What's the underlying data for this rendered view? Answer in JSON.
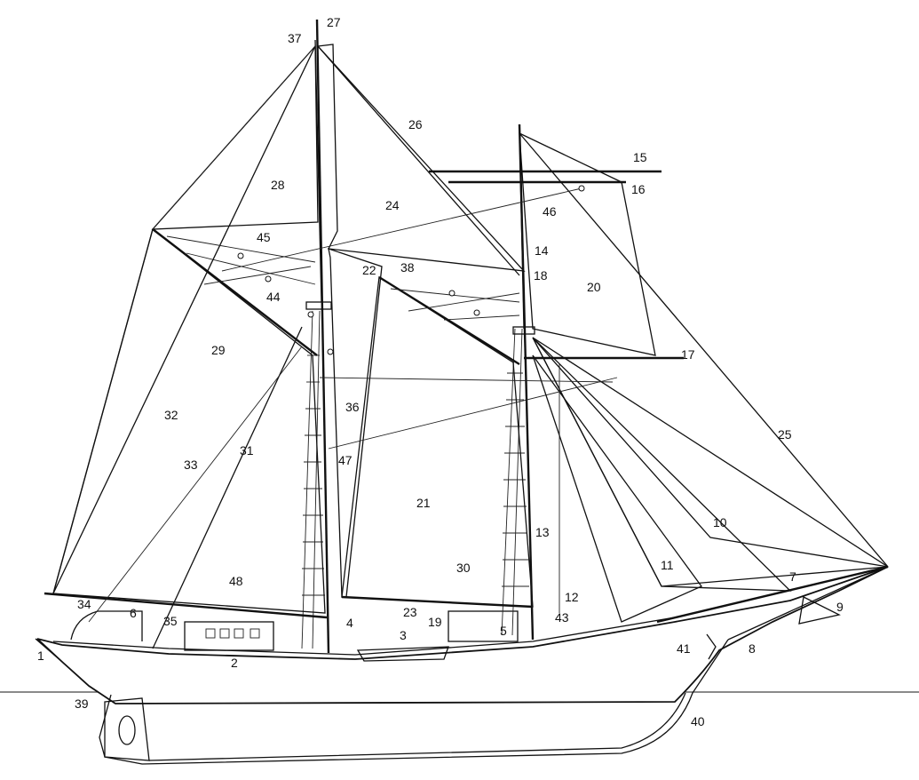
{
  "labels": [
    {
      "id": "1",
      "text": "1"
    },
    {
      "id": "2",
      "text": "2"
    },
    {
      "id": "3",
      "text": "3"
    },
    {
      "id": "4",
      "text": "4"
    },
    {
      "id": "5",
      "text": "5"
    },
    {
      "id": "6",
      "text": "6"
    },
    {
      "id": "7",
      "text": "7"
    },
    {
      "id": "8",
      "text": "8"
    },
    {
      "id": "9",
      "text": "9"
    },
    {
      "id": "10",
      "text": "10"
    },
    {
      "id": "11",
      "text": "11"
    },
    {
      "id": "12",
      "text": "12"
    },
    {
      "id": "13",
      "text": "13"
    },
    {
      "id": "14",
      "text": "14"
    },
    {
      "id": "15",
      "text": "15"
    },
    {
      "id": "16",
      "text": "16"
    },
    {
      "id": "17",
      "text": "17"
    },
    {
      "id": "18",
      "text": "18"
    },
    {
      "id": "19",
      "text": "19"
    },
    {
      "id": "20",
      "text": "20"
    },
    {
      "id": "21",
      "text": "21"
    },
    {
      "id": "22",
      "text": "22"
    },
    {
      "id": "23",
      "text": "23"
    },
    {
      "id": "24",
      "text": "24"
    },
    {
      "id": "25",
      "text": "25"
    },
    {
      "id": "26",
      "text": "26"
    },
    {
      "id": "27",
      "text": "27"
    },
    {
      "id": "28",
      "text": "28"
    },
    {
      "id": "29",
      "text": "29"
    },
    {
      "id": "30",
      "text": "30"
    },
    {
      "id": "31",
      "text": "31"
    },
    {
      "id": "32",
      "text": "32"
    },
    {
      "id": "33",
      "text": "33"
    },
    {
      "id": "34",
      "text": "34"
    },
    {
      "id": "35",
      "text": "35"
    },
    {
      "id": "36",
      "text": "36"
    },
    {
      "id": "37",
      "text": "37"
    },
    {
      "id": "38",
      "text": "38"
    },
    {
      "id": "39",
      "text": "39"
    },
    {
      "id": "40",
      "text": "40"
    },
    {
      "id": "41",
      "text": "41"
    },
    {
      "id": "43",
      "text": "43"
    },
    {
      "id": "44",
      "text": "44"
    },
    {
      "id": "45",
      "text": "45"
    },
    {
      "id": "46",
      "text": "46"
    },
    {
      "id": "47",
      "text": "47"
    },
    {
      "id": "48",
      "text": "48"
    }
  ]
}
